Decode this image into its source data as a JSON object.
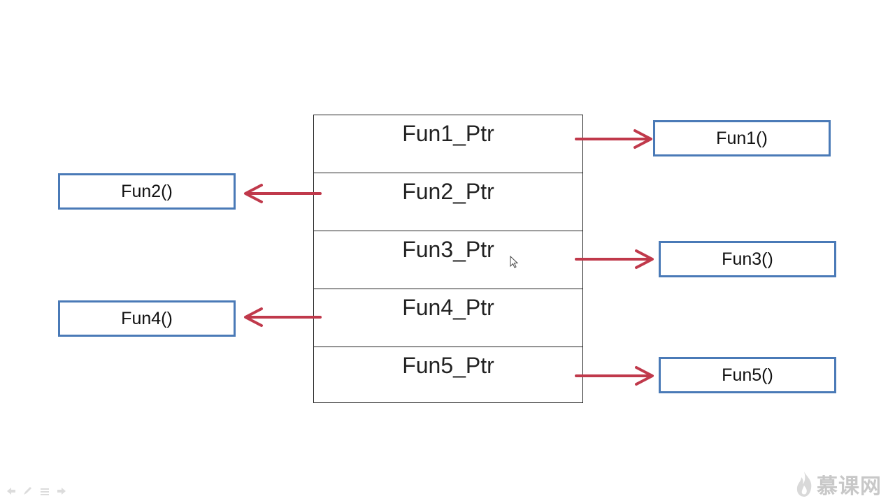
{
  "table": {
    "rows": [
      {
        "label": "Fun1_Ptr"
      },
      {
        "label": "Fun2_Ptr"
      },
      {
        "label": "Fun3_Ptr"
      },
      {
        "label": "Fun4_Ptr"
      },
      {
        "label": "Fun5_Ptr"
      }
    ]
  },
  "functions": {
    "fun1": "Fun1()",
    "fun2": "Fun2()",
    "fun3": "Fun3()",
    "fun4": "Fun4()",
    "fun5": "Fun5()"
  },
  "colors": {
    "arrow": "#c0394b",
    "box_border": "#4a7ab7",
    "table_border": "#222222"
  },
  "watermark": {
    "text": "慕课网",
    "icon": "flame-logo-icon"
  },
  "player_toolbar": {
    "icons": [
      "prev-icon",
      "pen-icon",
      "menu-icon",
      "next-icon"
    ]
  }
}
